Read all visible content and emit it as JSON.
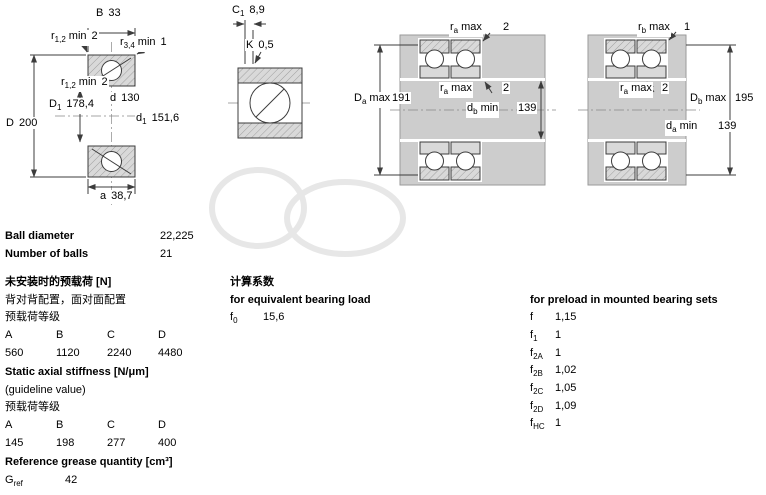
{
  "dims": {
    "B": {
      "sym": "B",
      "sub": "",
      "suf": "",
      "val": "33"
    },
    "r12top": {
      "sym": "r",
      "sub": "1,2",
      "suf": "min",
      "val": "2"
    },
    "r34": {
      "sym": "r",
      "sub": "3,4",
      "suf": "min",
      "val": "1"
    },
    "r12mid": {
      "sym": "r",
      "sub": "1,2",
      "suf": "min",
      "val": "2"
    },
    "D1": {
      "sym": "D",
      "sub": "1",
      "suf": "",
      "val": "178,4"
    },
    "d": {
      "sym": "d",
      "sub": "",
      "suf": "",
      "val": "130"
    },
    "d1": {
      "sym": "d",
      "sub": "1",
      "suf": "",
      "val": "151,6"
    },
    "D": {
      "sym": "D",
      "sub": "",
      "suf": "",
      "val": "200"
    },
    "a": {
      "sym": "a",
      "sub": "",
      "suf": "",
      "val": "38,7"
    },
    "C1": {
      "sym": "C",
      "sub": "1",
      "suf": "",
      "val": "8,9"
    },
    "K": {
      "sym": "K",
      "sub": "",
      "suf": "",
      "val": "0,5"
    },
    "ra_top3": {
      "sym": "r",
      "sub": "a",
      "suf": "max",
      "val": "2"
    },
    "Da": {
      "sym": "D",
      "sub": "a",
      "suf": "max",
      "val": "191"
    },
    "ra_mid3": {
      "sym": "r",
      "sub": "a",
      "suf": "max",
      "val": "2"
    },
    "db": {
      "sym": "d",
      "sub": "b",
      "suf": "min",
      "val": "139"
    },
    "rb_top4": {
      "sym": "r",
      "sub": "b",
      "suf": "max",
      "val": "1"
    },
    "ra_mid4": {
      "sym": "r",
      "sub": "a",
      "suf": "max",
      "val": "2"
    },
    "Db": {
      "sym": "D",
      "sub": "b",
      "suf": "max",
      "val": "195"
    },
    "da": {
      "sym": "d",
      "sub": "a",
      "suf": "min",
      "val": "139"
    }
  },
  "specs": {
    "ball_diameter_label": "Ball diameter",
    "ball_diameter_value": "22,225",
    "number_of_balls_label": "Number of balls",
    "number_of_balls_value": "21",
    "preload_unmounted": {
      "title": "未安装时的预载荷 [N]",
      "subtitle": "背对背配置，面对面配置",
      "class_label": "预载荷等级",
      "headers": [
        "A",
        "B",
        "C",
        "D"
      ],
      "values": [
        "560",
        "1120",
        "2240",
        "4480"
      ]
    },
    "stiffness": {
      "title": "Static axial stiffness [N/μm]",
      "subtitle": "(guideline value)",
      "class_label": "预载荷等级",
      "headers": [
        "A",
        "B",
        "C",
        "D"
      ],
      "values": [
        "145",
        "198",
        "277",
        "400"
      ]
    },
    "grease": {
      "title": "Reference grease quantity [cm³]",
      "symbol": "G",
      "symbol_sub": "ref",
      "value": "42"
    }
  },
  "calc_factors": {
    "title": "计算系数",
    "equiv_load_title": "for equivalent bearing load",
    "f0_sym": "f",
    "f0_sub": "0",
    "f0_value": "15,6"
  },
  "preload_factors": {
    "title": "for preload in mounted bearing sets",
    "rows": [
      {
        "sym": "f",
        "sub": "",
        "val": "1,15"
      },
      {
        "sym": "f",
        "sub": "1",
        "val": "1"
      },
      {
        "sym": "f",
        "sub": "2A",
        "val": "1"
      },
      {
        "sym": "f",
        "sub": "2B",
        "val": "1,02"
      },
      {
        "sym": "f",
        "sub": "2C",
        "val": "1,05"
      },
      {
        "sym": "f",
        "sub": "2D",
        "val": "1,09"
      },
      {
        "sym": "f",
        "sub": "HC",
        "val": "1"
      }
    ]
  }
}
